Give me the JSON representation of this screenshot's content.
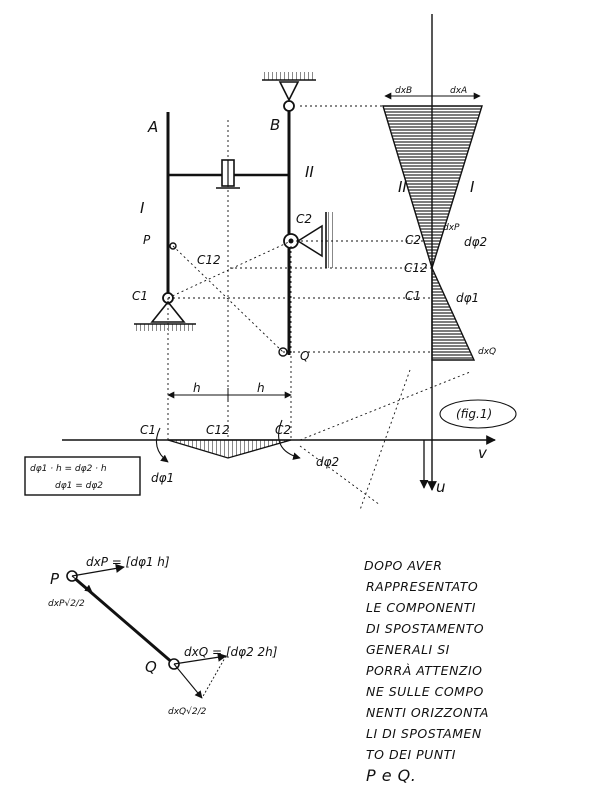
{
  "labels": {
    "A": "A",
    "B": "B",
    "I_left": "I",
    "II_right": "II",
    "P": "P",
    "Q": "Q",
    "C1": "C1",
    "C2": "C2",
    "C12": "C12",
    "h_left": "h",
    "h_right": "h"
  },
  "diagram_labels": {
    "dxB": "dxB",
    "dxA": "dxA",
    "II": "II",
    "I": "I",
    "dxP": "dxP",
    "C2": "C2",
    "dphi2": "dφ2",
    "C12": "C12",
    "C1": "C1",
    "dphi1": "dφ1",
    "dxQ": "dxQ"
  },
  "bottom_labels": {
    "C1": "C1",
    "C12": "C12",
    "C2": "C2",
    "dphi1": "dφ1",
    "dphi2": "dφ2",
    "fig": "(fig.1)",
    "v_axis": "v",
    "u_axis": "u"
  },
  "equations": {
    "line1": "dφ1 · h = dφ2 · h",
    "line2": "dφ1 = dφ2"
  },
  "lower_figure": {
    "P": "P",
    "Q": "Q",
    "dxP_eq": "dxP = [dφ1 h]",
    "dxQ_eq": "dxQ = [dφ2 2h]",
    "dxP_diag": "dxP√2/2",
    "dxQ_diag": "dxQ√2/2"
  },
  "note_lines": [
    "DOPO AVER",
    "RAPPRESENTATO",
    "LE COMPONENTI",
    "DI SPOSTAMENTO",
    "GENERALI SI",
    "PORRÀ ATTENZIO",
    "NE SULLE COMPO",
    "NENTI ORIZZONTA",
    "LI DI SPOSTAMEN",
    "TO DEI PUNTI",
    "P e Q."
  ]
}
